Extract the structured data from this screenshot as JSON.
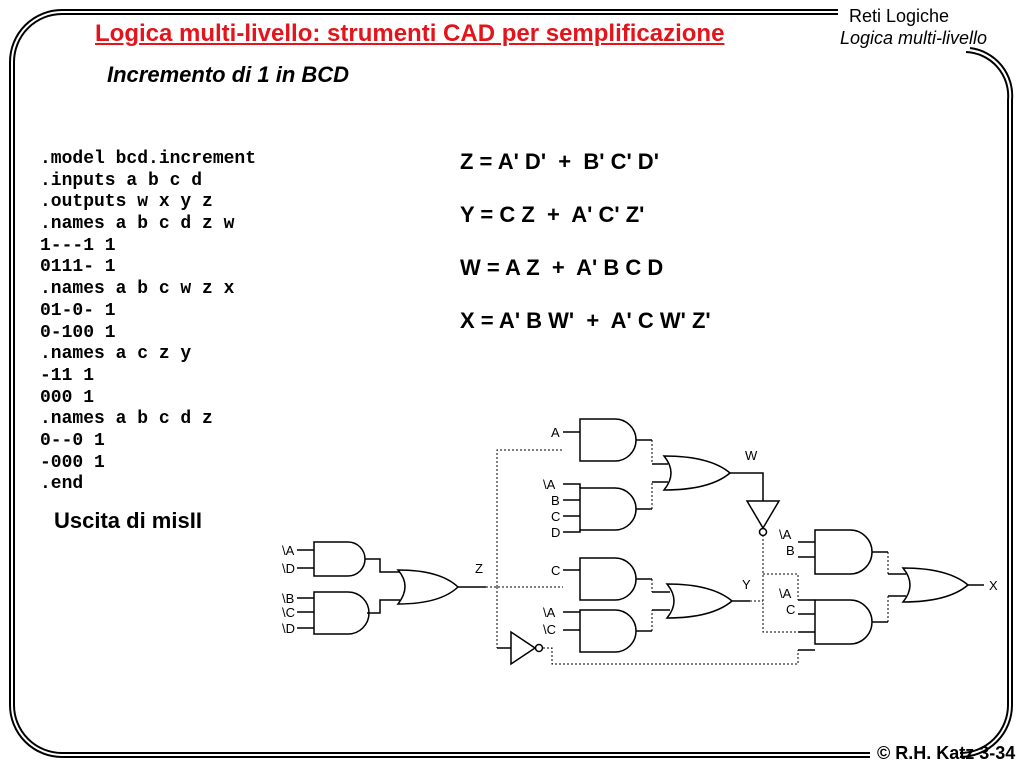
{
  "header": {
    "title": "Logica multi-livello: strumenti CAD per semplificazione",
    "subtitle": "Incremento di 1 in BCD",
    "course": "Reti Logiche",
    "chapter": "Logica multi-livello"
  },
  "code_lines": [
    ".model bcd.increment",
    ".inputs a b c d",
    ".outputs w x y z",
    ".names a b c d z w",
    "1---1 1",
    "0111- 1",
    ".names a b c w z x",
    "01-0- 1",
    "0-100 1",
    ".names a c z y",
    "-11 1",
    "000 1",
    ".names a b c d z",
    "0--0 1",
    "-000 1",
    ".end"
  ],
  "equations": [
    "Z = A' D'  +  B' C' D'",
    "Y = C Z  +  A' C' Z'",
    "W = A Z  +  A' B C D",
    "X = A' B W'  +  A' C W' Z'"
  ],
  "caption": "Uscita di misII",
  "circuit": {
    "labels": {
      "z_and1_a": "\\A",
      "z_and1_d": "\\D",
      "z_and2_b": "\\B",
      "z_and2_c": "\\C",
      "z_and2_d": "\\D",
      "z_out": "Z",
      "w_and1_a": "A",
      "w_and2_a": "\\A",
      "w_and2_b": "B",
      "w_and2_c": "C",
      "w_and2_d": "D",
      "w_out": "W",
      "y_and1_c": "C",
      "y_and2_a": "\\A",
      "y_and2_c": "\\C",
      "y_out": "Y",
      "x_and1_a": "\\A",
      "x_and1_b": "B",
      "x_and2_a": "\\A",
      "x_and2_c": "C",
      "x_out": "X"
    }
  },
  "footer": "© R.H. Katz 3-34"
}
